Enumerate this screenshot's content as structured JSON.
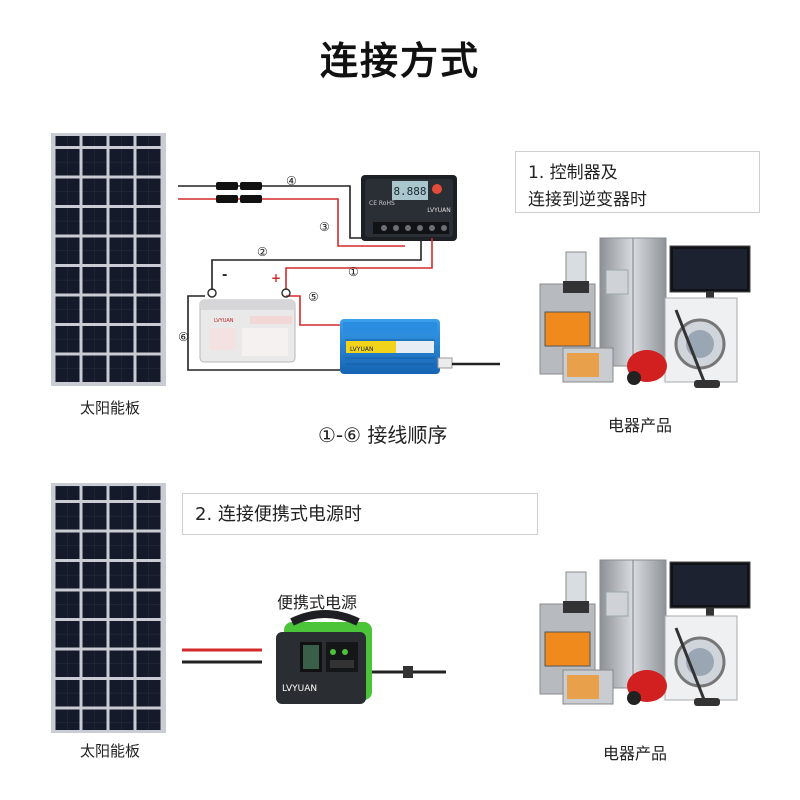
{
  "title": "连接方式",
  "section1": {
    "note_line1": "1. 控制器及",
    "note_line2": "连接到逆变器时",
    "panel_caption": "太阳能板",
    "wire_order": "①-⑥ 接线顺序",
    "appliances_caption": "电器产品",
    "wire_labels": [
      "①",
      "②",
      "③",
      "④",
      "⑤",
      "⑥"
    ],
    "battery_minus": "-",
    "battery_plus": "+",
    "controller_brand": "LVYUAN",
    "controller_display": "8.888",
    "controller_cert": "CE RoHS",
    "battery_brand": "LVYUAN",
    "inverter_brand": "LVYUAN"
  },
  "section2": {
    "note": "2. 连接便携式电源时",
    "power_station_label": "便携式电源",
    "panel_caption": "太阳能板",
    "appliances_caption": "电器产品",
    "power_station_brand": "LVYUAN"
  },
  "colors": {
    "positive_wire": "#d42a2a",
    "negative_wire": "#222222",
    "panel_frame": "#c9ccd2",
    "panel_cell": "#151a2b",
    "inverter_blue": "#1f7fd1",
    "power_station_green": "#4cc43a"
  }
}
